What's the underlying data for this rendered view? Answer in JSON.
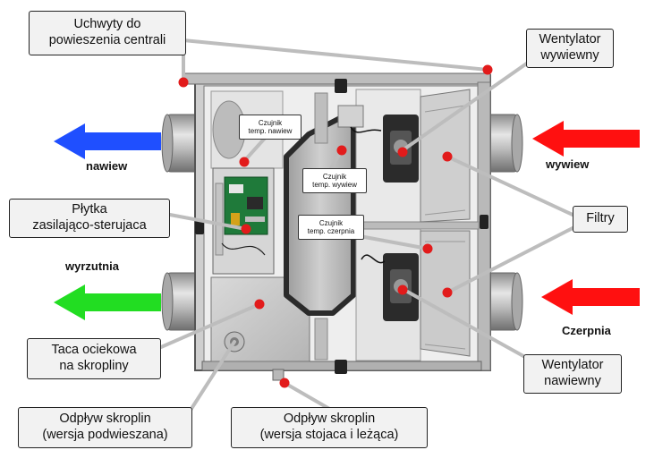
{
  "labels": {
    "handles": [
      "Uchwyty do",
      "powieszenia centrali"
    ],
    "fan_exhaust": [
      "Wentylator",
      "wywiewny"
    ],
    "fan_supply": [
      "Wentylator",
      "nawiewny"
    ],
    "filters": "Filtry",
    "board": [
      "Płytka",
      "zasilająco-sterujaca"
    ],
    "drip_tray": [
      "Taca ociekowa",
      "na skropliny"
    ],
    "drain_hung": [
      "Odpływ skroplin",
      "(wersja podwieszana)"
    ],
    "drain_standing": [
      "Odpływ skroplin",
      "(wersja stojaca i leżąca)"
    ],
    "sensor_supply": [
      "Czujnik",
      "temp. nawiew"
    ],
    "sensor_exhaust": [
      "Czujnik",
      "temp. wywiew"
    ],
    "sensor_intake": [
      "Czujnik",
      "temp. czerpnia"
    ]
  },
  "flows": {
    "supply": "nawiew",
    "extract": "wywiew",
    "discharge": "wyrzutnia",
    "intake": "Czerpnia"
  },
  "colors": {
    "arrow_supply": "#1f4fff",
    "arrow_discharge": "#22dd22",
    "arrow_extract": "#ff1010",
    "arrow_intake": "#ff1010",
    "marker": "#e21b1b"
  }
}
